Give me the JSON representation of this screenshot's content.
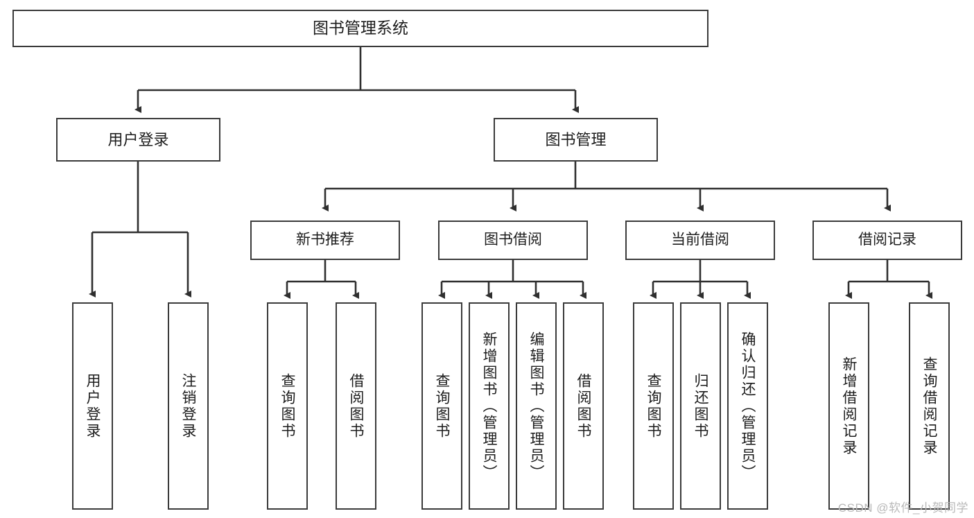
{
  "diagram": {
    "title": "图书管理系统",
    "type": "tree",
    "watermark": "CSDN @软件_小贺同学",
    "colors": {
      "background": "#ffffff",
      "node_border": "#3a3a3a",
      "node_fill": "#ffffff",
      "edge": "#2f2f2f",
      "text": "#1c1c1c",
      "watermark": "#b9b9b9"
    },
    "root": {
      "label": "图书管理系统"
    },
    "level2": [
      {
        "label": "用户登录"
      },
      {
        "label": "图书管理"
      }
    ],
    "level3": [
      {
        "label": "新书推荐"
      },
      {
        "label": "图书借阅"
      },
      {
        "label": "当前借阅"
      },
      {
        "label": "借阅记录"
      }
    ],
    "leaves": {
      "user_login": [
        {
          "label": "用户登录"
        },
        {
          "label": "注销登录"
        }
      ],
      "new_book_recommend": [
        {
          "label": "查询图书"
        },
        {
          "label": "借阅图书"
        }
      ],
      "book_borrow": [
        {
          "label": "查询图书"
        },
        {
          "label": "新增图书（管理员）"
        },
        {
          "label": "编辑图书（管理员）"
        },
        {
          "label": "借阅图书"
        }
      ],
      "current_borrow": [
        {
          "label": "查询图书"
        },
        {
          "label": "归还图书"
        },
        {
          "label": "确认归还（管理员）"
        }
      ],
      "borrow_records": [
        {
          "label": "新增借阅记录"
        },
        {
          "label": "查询借阅记录"
        }
      ]
    }
  }
}
